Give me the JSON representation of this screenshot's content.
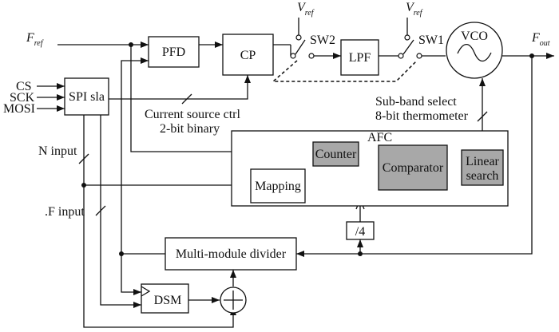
{
  "blocks": {
    "pfd": "PFD",
    "cp": "CP",
    "lpf": "LPF",
    "vco": "VCO",
    "spi": "SPI sla",
    "afc": "AFC",
    "counter": "Counter",
    "comparator": "Comparator",
    "linear_search": [
      "Linear",
      "search"
    ],
    "mapping": "Mapping",
    "div4": "/4",
    "mmd": "Multi-module divider",
    "dsm": "DSM"
  },
  "switches": {
    "sw2": "SW2",
    "sw1": "SW1"
  },
  "signals": {
    "fref_main": "F",
    "fref_sub": "ref",
    "fout_main": "F",
    "fout_sub": "out",
    "vref_main": "V",
    "vref_sub": "ref",
    "cs": "CS",
    "sck": "SCK",
    "mosi": "MOSI",
    "n_input": "N input",
    "f_input": ".F input"
  },
  "annotations": {
    "current_ctrl_line1": "Current source ctrl",
    "current_ctrl_line2": "2-bit binary",
    "subband_line1": "Sub-band select",
    "subband_line2": "8-bit thermometer"
  }
}
